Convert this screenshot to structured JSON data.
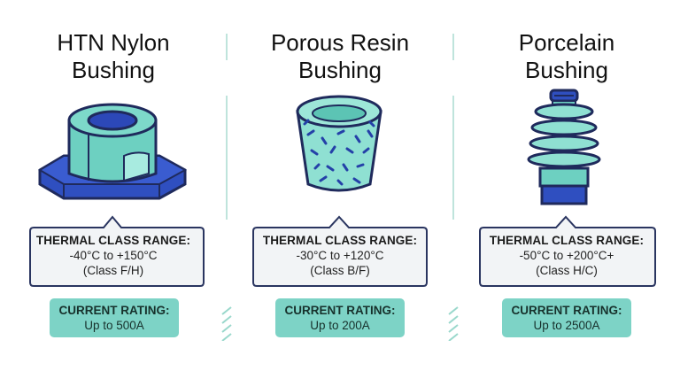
{
  "columns": [
    {
      "title_line1": "HTN Nylon",
      "title_line2": "Bushing",
      "thermal_heading": "THERMAL CLASS RANGE:",
      "thermal_range": "-40°C to +150°C",
      "thermal_class": "(Class F/H)",
      "current_heading": "CURRENT RATING:",
      "current_value": "Up to 500A",
      "illustration_icon": "nylon-bushing-icon"
    },
    {
      "title_line1": "Porous Resin",
      "title_line2": "Bushing",
      "thermal_heading": "THERMAL CLASS RANGE:",
      "thermal_range": "-30°C to +120°C",
      "thermal_class": "(Class B/F)",
      "current_heading": "CURRENT RATING:",
      "current_value": "Up to 200A",
      "illustration_icon": "resin-bushing-icon"
    },
    {
      "title_line1": "Porcelain",
      "title_line2": "Bushing",
      "thermal_heading": "THERMAL CLASS RANGE:",
      "thermal_range": "-50°C to +200°C+",
      "thermal_class": "(Class H/C)",
      "current_heading": "CURRENT RATING:",
      "current_value": "Up to 2500A",
      "illustration_icon": "porcelain-bushing-icon"
    }
  ],
  "colors": {
    "teal_light": "#7dd3c6",
    "teal_fill": "#8fe0d2",
    "navy": "#2440a8",
    "outline": "#1f2a5c",
    "divider": "#bfe4dc"
  }
}
